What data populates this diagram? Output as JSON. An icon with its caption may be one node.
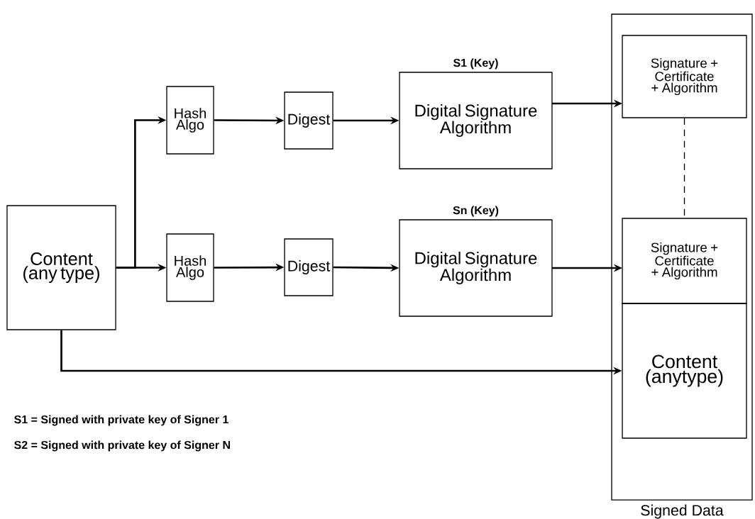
{
  "diagram": {
    "nodes": [
      {
        "text": [
          "Content (any type)"
        ]
      },
      {
        "text": [
          "Hash Algo"
        ]
      },
      {
        "text": [
          "Digest"
        ]
      },
      {
        "text": [
          "Digital Signature Algorithm"
        ],
        "beside": [
          "S1 (Key)"
        ]
      },
      {
        "text": [
          "Hash Algo"
        ]
      },
      {
        "text": [
          "Digest"
        ]
      },
      {
        "text": [
          "Digital Signature Algorithm"
        ],
        "beside": [
          "Sn (Key)"
        ]
      },
      {
        "text": [
          "Signed Data"
        ]
      },
      {
        "text": [
          "Signature + Certificate + Algorithm"
        ],
        "in": 7
      },
      {
        "text": [
          "Signature + Certificate + Algorithm"
        ],
        "in": 7
      },
      {
        "text": [
          "Content (anytype)"
        ],
        "in": 7
      }
    ],
    "edges": [
      {
        "from": 0,
        "to": 1,
        "arrow": "to"
      },
      {
        "from": 0,
        "to": 4,
        "arrow": "to"
      },
      {
        "from": 1,
        "to": 2,
        "arrow": "to"
      },
      {
        "from": 2,
        "to": 3,
        "arrow": "to"
      },
      {
        "from": 4,
        "to": 5,
        "arrow": "to"
      },
      {
        "from": 5,
        "to": 6,
        "arrow": "to"
      },
      {
        "from": 3,
        "to": 8,
        "arrow": "to"
      },
      {
        "from": 6,
        "to": 9,
        "arrow": "to"
      },
      {
        "from": 0,
        "to": 10,
        "arrow": "to"
      },
      {
        "from": 8,
        "to": 9,
        "arrow": "none",
        "style": "dashed"
      }
    ],
    "labels": [
      "S1 = Signed with private key of Signer 1",
      "S2 = Signed with private key of Signer N"
    ]
  }
}
